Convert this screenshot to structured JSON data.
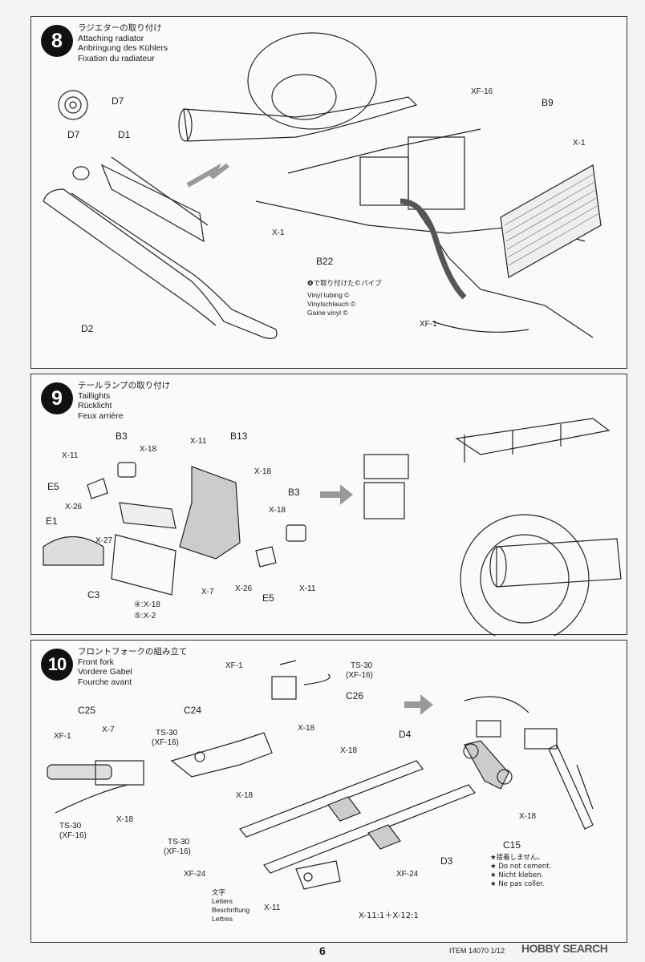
{
  "step8": {
    "number": "8",
    "title_jp": "ラジエターの取り付け",
    "title_en": "Attaching radiator",
    "title_de": "Anbringung des Kühlers",
    "title_fr": "Fixation du radiateur",
    "labels": {
      "d7a": "D7",
      "d7b": "D7",
      "d1": "D1",
      "d2": "D2",
      "xf16": "XF-16",
      "b9": "B9",
      "x1a": "X-1",
      "x1b": "X-1",
      "b22": "B22",
      "xf1": "XF-1"
    },
    "tubing_jp": "❹で取り付けた©パイプ",
    "tubing_en": "Vinyl tubing ©",
    "tubing_de": "Vinylschlauch ©",
    "tubing_fr": "Gaine vinyl ©"
  },
  "step9": {
    "number": "9",
    "title_jp": "テールランプの取り付け",
    "title_en": "Taillights",
    "title_de": "Rücklicht",
    "title_fr": "Feux arrière",
    "labels": {
      "b3a": "B3",
      "x18a": "X-18",
      "x11a": "X-11",
      "e5a": "E5",
      "x26a": "X-26",
      "e1": "E1",
      "x27": "X-27",
      "x11b": "X-11",
      "b13": "B13",
      "x18b": "X-18",
      "b3b": "B3",
      "x18c": "X-18",
      "x7": "X-7",
      "x26b": "X-26",
      "e5b": "E5",
      "x11c": "X-11",
      "c3": "C3"
    },
    "note1": "④:X-18",
    "note2": "⑤:X-2"
  },
  "step10": {
    "number": "10",
    "title_jp": "フロントフォークの組み立て",
    "title_en": "Front fork",
    "title_de": "Vordere Gabel",
    "title_fr": "Fourche avant",
    "labels": {
      "xf1a": "XF-1",
      "ts30a": "TS-30",
      "xf16a": "(XF-16)",
      "c26": "C26",
      "x18a": "X-18",
      "c25": "C25",
      "c24": "C24",
      "xf1b": "XF-1",
      "x7": "X-7",
      "ts30b": "TS-30",
      "xf16b": "(XF-16)",
      "x18b": "X-18",
      "x18c": "X-18",
      "ts30c": "TS-30",
      "xf16c": "(XF-16)",
      "d4": "D4",
      "x18d": "X-18",
      "x18e": "X-18",
      "ts30d": "TS-30",
      "xf16d": "(XF-16)",
      "xf24a": "XF-24",
      "xf24b": "XF-24",
      "d3": "D3",
      "c15": "C15",
      "x11": "X-11",
      "x11x12": "X-11:1＋X-12:1"
    },
    "note_jp": "★接着しません。",
    "note_en": "★ Do not cement.",
    "note_de": "★ Nicht kleben.",
    "note_fr": "★ Ne pas coller.",
    "letters_jp": "文字",
    "letters_en": "Letters",
    "letters_de": "Beschriftung",
    "letters_fr": "Lettres"
  },
  "footer": {
    "page_number": "6",
    "item": "ITEM 14070  1/12",
    "watermark": "HOBBY SEARCH"
  }
}
